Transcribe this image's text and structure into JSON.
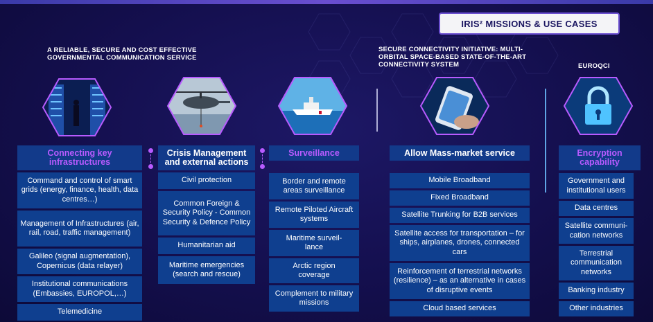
{
  "title": "IRIS² MISSIONS & USE CASES",
  "headings": {
    "gov": "A RELIABLE, SECURE AND COST EFFECTIVE GOVERNMENTAL COMMUNICATION SERVICE",
    "secure": "SECURE CONNECTIVITY INITIATIVE: MULTI-ORBITAL SPACE-BASED STATE-OF-THE-ART CONNECTIVITY SYSTEM",
    "euroqci": "EUROQCI"
  },
  "columns": [
    {
      "label": "Connecting key infrastructures",
      "items": [
        "Command and control of smart grids (energy, finance, health, data centres…)",
        "Management of Infrastructures (air, rail, road, traffic management)",
        "Galileo (signal augmentation), Copernicus (data relayer)",
        "Institutional communications (Embassies, EUROPOL,…)",
        "Telemedicine"
      ]
    },
    {
      "label": "Crisis Management and external actions",
      "items": [
        "Civil protection",
        "Common Foreign & Security Policy - Common Security & Defence Policy",
        "Humanitarian aid",
        "Maritime emergencies (search and rescue)"
      ]
    },
    {
      "label": "Surveillance",
      "items": [
        "Border and remote areas surveillance",
        "Remote Piloted Aircraft systems",
        "Maritime surveil-lance",
        "Arctic region coverage",
        "Complement to military missions"
      ]
    },
    {
      "label": "Allow Mass-market service",
      "items": [
        "Mobile Broadband",
        "Fixed Broadband",
        "Satellite Trunking for B2B services",
        "Satellite access for transportation – for ships, airplanes, drones, connected cars",
        "Reinforcement of terrestrial networks (resilience) – as an alternative in cases of disruptive events",
        "Cloud based services"
      ]
    },
    {
      "label": "Encryption capability",
      "items": [
        "Government and institutional users",
        "Data centres",
        "Satellite communi-cation networks",
        "Terrestrial communication networks",
        "Banking industry",
        "Other industries"
      ]
    }
  ],
  "icons": [
    "server-room-photo",
    "helicopter-photo",
    "patrol-ship-photo",
    "smartphone-photo",
    "padlock-photo"
  ],
  "colors": {
    "background": "#140f4e",
    "box": "#0f3f8f",
    "accent": "#b85bff"
  }
}
